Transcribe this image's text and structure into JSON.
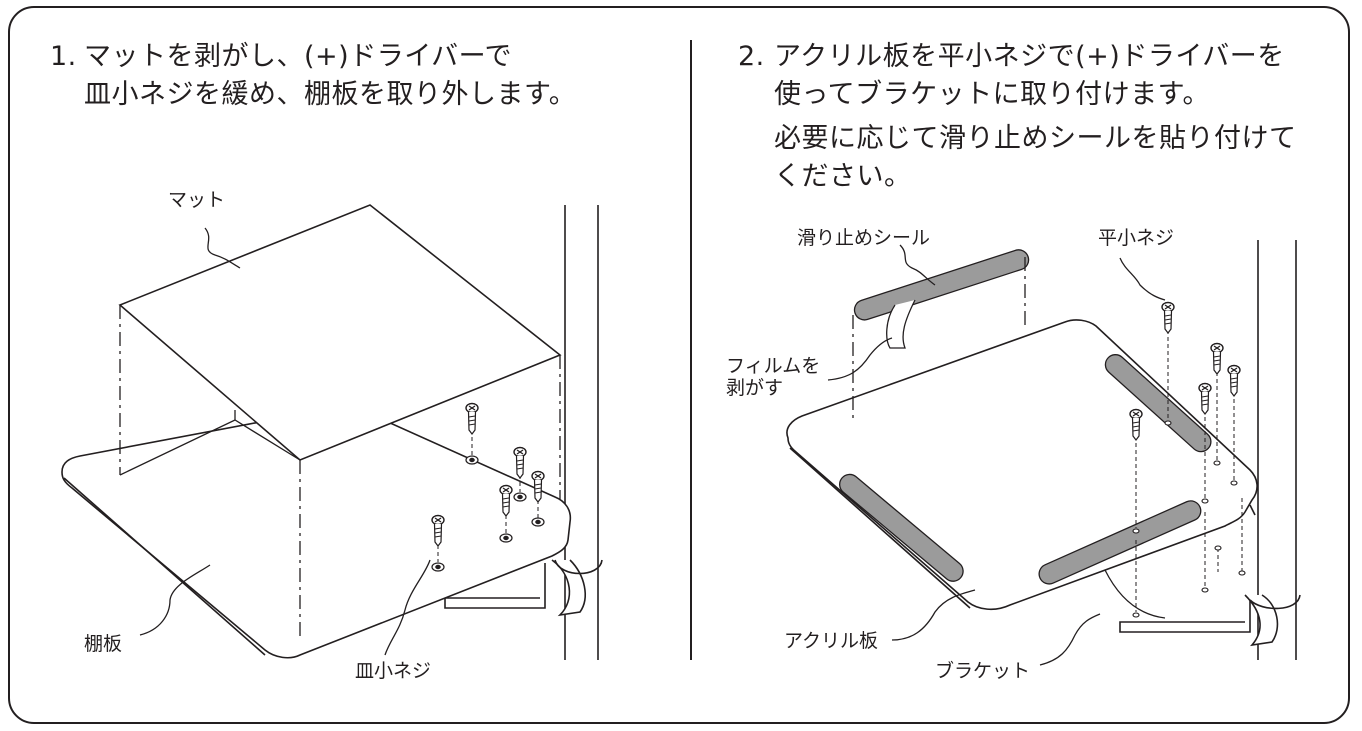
{
  "step1": {
    "number": "1.",
    "lines": [
      "マットを剥がし、(+)ドライバーで",
      "皿小ネジを緩め、棚板を取り外します。"
    ]
  },
  "step2": {
    "number": "2.",
    "lines": [
      "アクリル板を平小ネジで(+)ドライバーを",
      "使ってブラケットに取り付けます。"
    ],
    "note_lines": [
      "必要に応じて滑り止めシールを貼り付けて",
      "ください。"
    ]
  },
  "labels_left": {
    "mat": "マット",
    "shelf": "棚板",
    "flat_screw": "皿小ネジ"
  },
  "labels_right": {
    "non_slip_seal": "滑り止めシール",
    "pan_screw": "平小ネジ",
    "peel_film_1": "フィルムを",
    "peel_film_2": "剥がす",
    "acrylic_plate": "アクリル板",
    "bracket": "ブラケット"
  },
  "colors": {
    "line": "#231f20",
    "seal_fill": "#9b9b9b"
  }
}
